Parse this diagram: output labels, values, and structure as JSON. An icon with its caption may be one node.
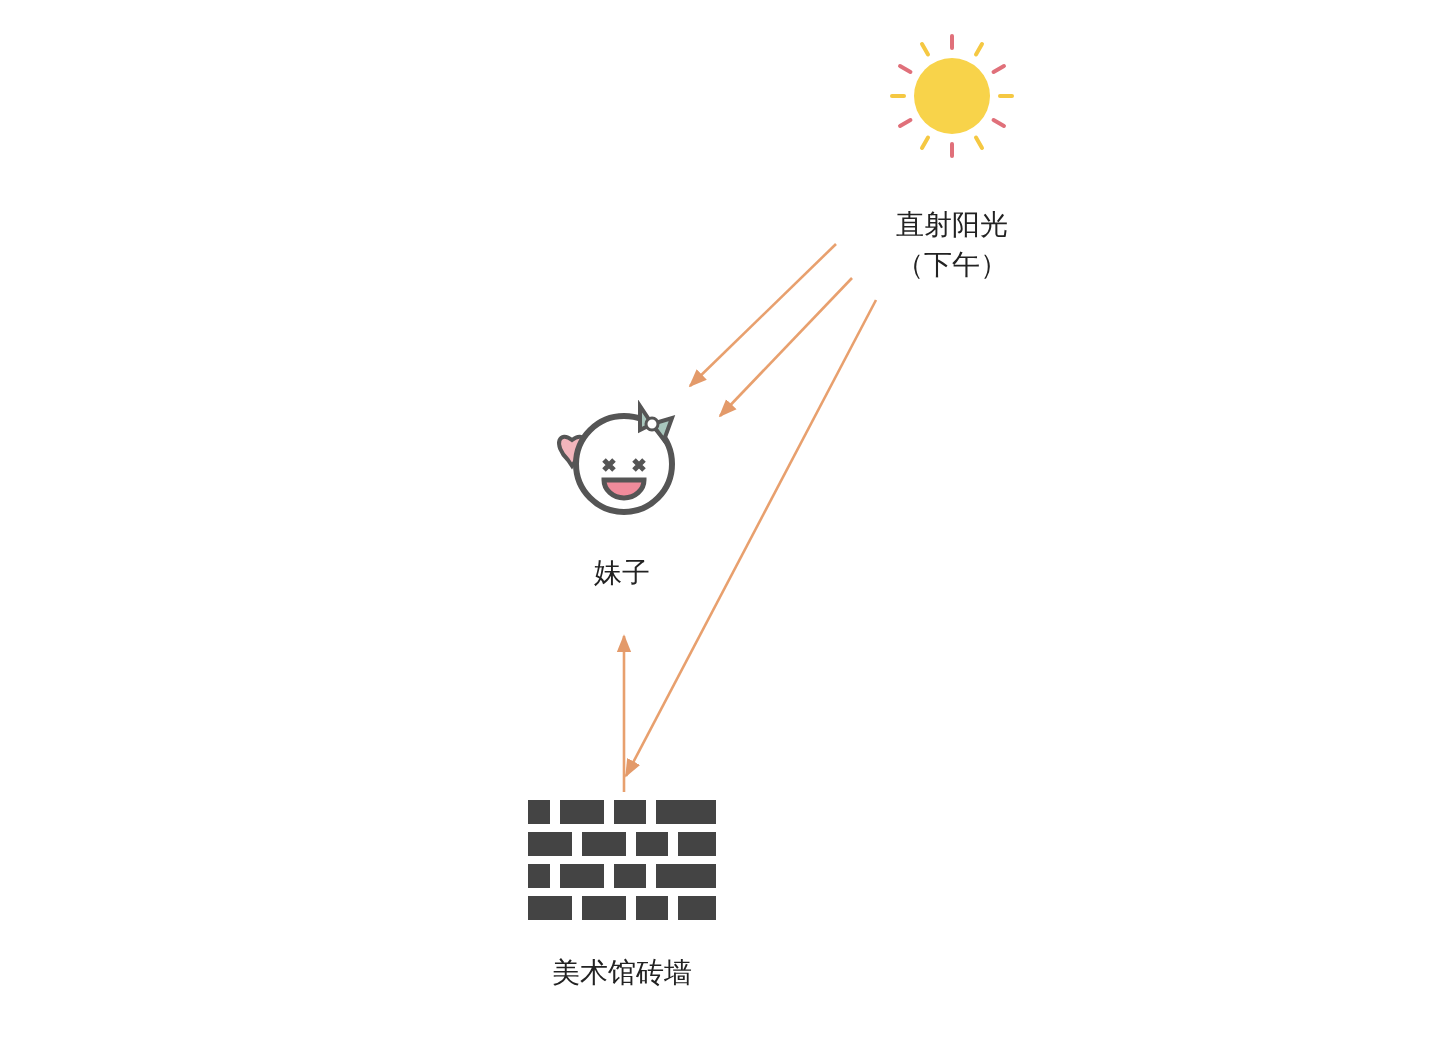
{
  "diagram": {
    "nodes": [
      {
        "text": [
          "直射阳光（下午）"
        ]
      },
      {
        "text": [
          "妹子"
        ]
      },
      {
        "text": [
          "美术馆砖墙"
        ]
      }
    ],
    "edges": [
      {
        "from": 0,
        "to": 1,
        "arrow": "to"
      },
      {
        "from": 0,
        "to": 1,
        "arrow": "to"
      },
      {
        "from": 0,
        "to": 2,
        "arrow": "to"
      },
      {
        "from": 2,
        "to": 1,
        "arrow": "to"
      }
    ]
  }
}
